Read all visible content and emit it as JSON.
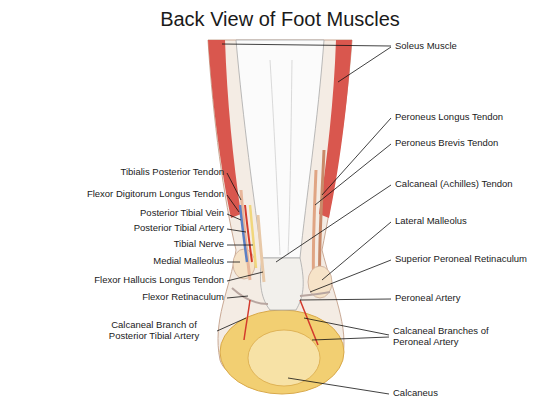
{
  "diagram": {
    "title": "Back View of Foot Muscles",
    "labels": [
      "Soleus Muscle",
      "Peroneus Longus Tendon",
      "Peroneus Brevis Tendon",
      "Tibialis Posterior Tendon",
      "Calcaneal (Achilles) Tendon",
      "Flexor Digitorum Longus Tendon",
      "Posterior Tibial Vein",
      "Lateral Malleolus",
      "Posterior Tibial Artery",
      "Tibial Nerve",
      "Superior Peroneal Retinaculum",
      "Medial Malleolus",
      "Flexor Hallucis Longus Tendon",
      "Flexor Retinaculum",
      "Peroneal Artery",
      "Calcaneal Branch of Posterior Tibial Artery",
      "Calcaneal Branches of Peroneal Artery",
      "Calcaneus"
    ]
  }
}
